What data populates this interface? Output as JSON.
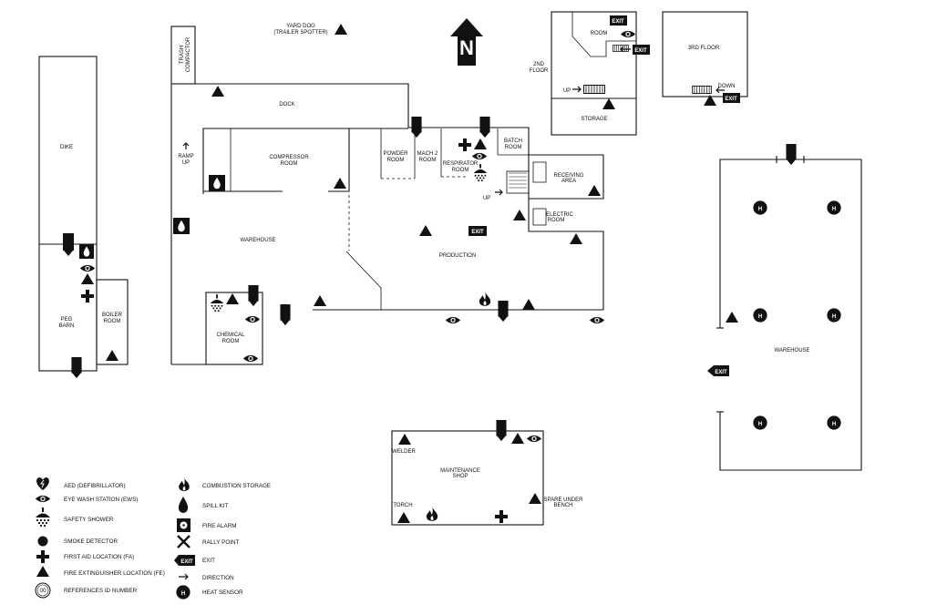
{
  "north_label": "N",
  "rooms": {
    "yard_dog": "YARD DOG",
    "yard_dog_sub": "(TRAILER SPOTTER)",
    "trash_compactor_1": "TRASH",
    "trash_compactor_2": "COMPACTOR",
    "dock": "DOCK",
    "dike": "DIKE",
    "peg_barn_1": "PEG",
    "peg_barn_2": "BARN",
    "boiler_room_1": "BOILER",
    "boiler_room_2": "ROOM",
    "ramp_up_1": "RAMP",
    "ramp_up_2": "UP",
    "compressor_room_1": "COMPRESSOR",
    "compressor_room_2": "ROOM",
    "warehouse_main": "WAREHOUSE",
    "chemical_room_1": "CHEMICAL",
    "chemical_room_2": "ROOM",
    "powder_room_1": "POWDER",
    "powder_room_2": "ROOM",
    "mach2_room_1": "MACH 2",
    "mach2_room_2": "ROOM",
    "respirator_room_1": "RESPIRATOR",
    "respirator_room_2": "ROOM",
    "batch_room_1": "BATCH",
    "batch_room_2": "ROOM",
    "up_label": "UP",
    "receiving_area_1": "RECEIVING",
    "receiving_area_2": "AREA",
    "electric_room_1": "ELECTRIC",
    "electric_room_2": "ROOM",
    "production": "PRODUCTION",
    "second_floor_1": "2ND",
    "second_floor_2": "FLOOR",
    "room": "ROOM",
    "storage": "STORAGE",
    "up_2nd": "UP",
    "third_floor": "3RD FLOOR",
    "down": "DOWN",
    "warehouse_east": "WAREHOUSE",
    "maintenance_1": "MAINTENANCE",
    "maintenance_2": "SHOP",
    "welder": "WELDER",
    "torch": "TORCH",
    "spare_1": "SPARE UNDER",
    "spare_2": "BENCH"
  },
  "exit_text": "EXIT",
  "heat_sensor_letter": "H",
  "legend": {
    "aed": "AED (DEFIBRILLATOR)",
    "eye_wash": "EYE WASH STATION (EWS)",
    "safety_shower": "SAFETY SHOWER",
    "smoke_detector": "SMOKE DETECTOR",
    "first_aid": "FIRST AID LOCATION (FA)",
    "fire_extinguisher": "FIRE EXTINGUISHER LOCATION (FE)",
    "references": "REFERENCES ID NUMBER",
    "references_symbol": "00",
    "combustion": "COMBUSTION STORAGE",
    "spill_kit": "SPILL KIT",
    "fire_alarm": "FIRE ALARM",
    "rally_point": "RALLY POINT",
    "exit": "EXIT",
    "direction": "DIRECTION",
    "heat_sensor": "HEAT SENSOR"
  },
  "colors": {
    "ink": "#111111",
    "background": "#ffffff"
  }
}
